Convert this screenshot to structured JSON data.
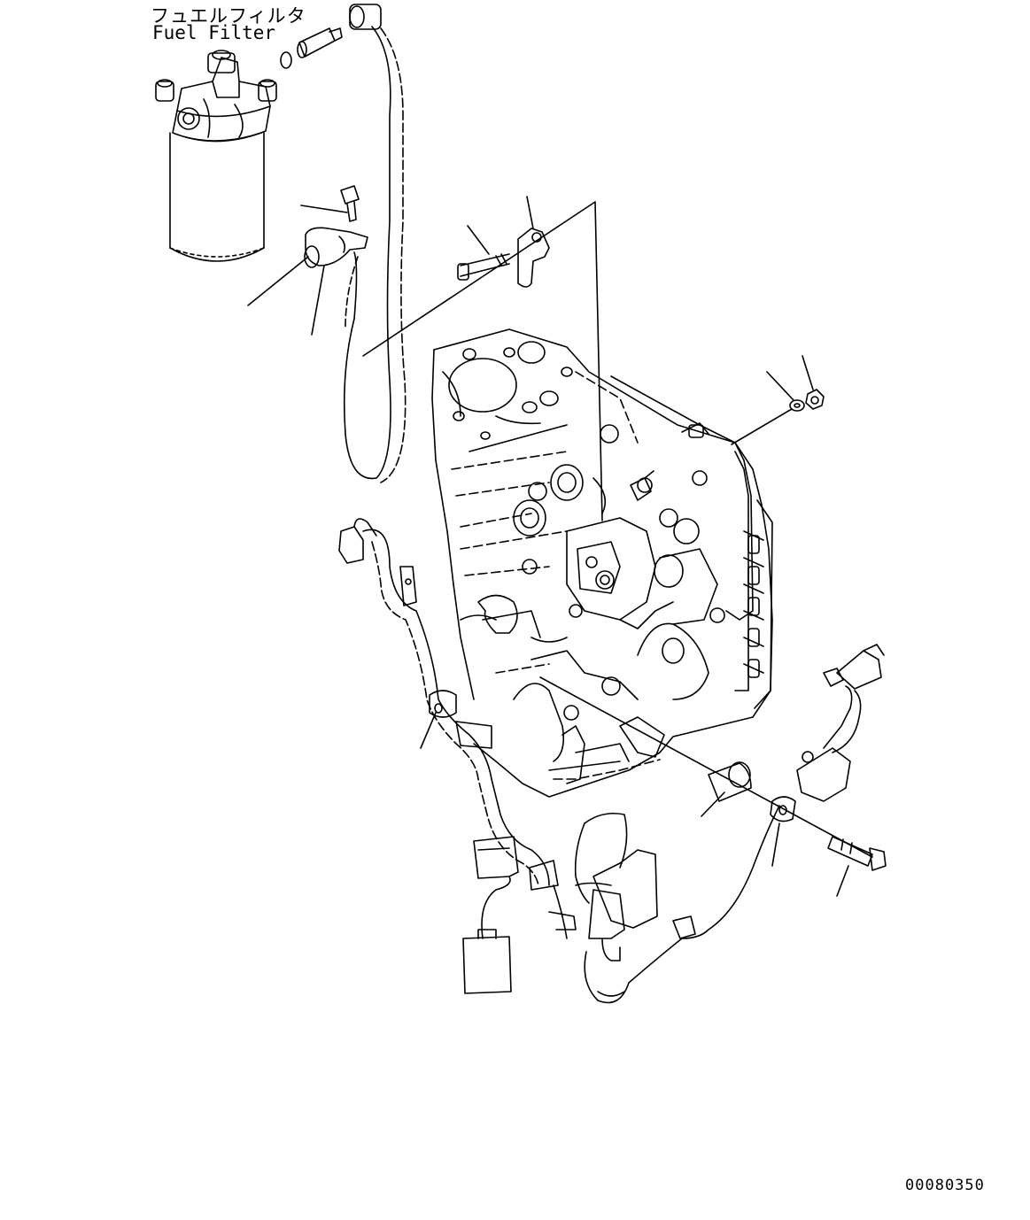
{
  "labels": {
    "fuel_filter_jp": "フュエルフィルタ",
    "fuel_filter_en": "Fuel Filter",
    "drawing_number": "00080350"
  },
  "colors": {
    "line": "#000000",
    "background": "#ffffff"
  }
}
